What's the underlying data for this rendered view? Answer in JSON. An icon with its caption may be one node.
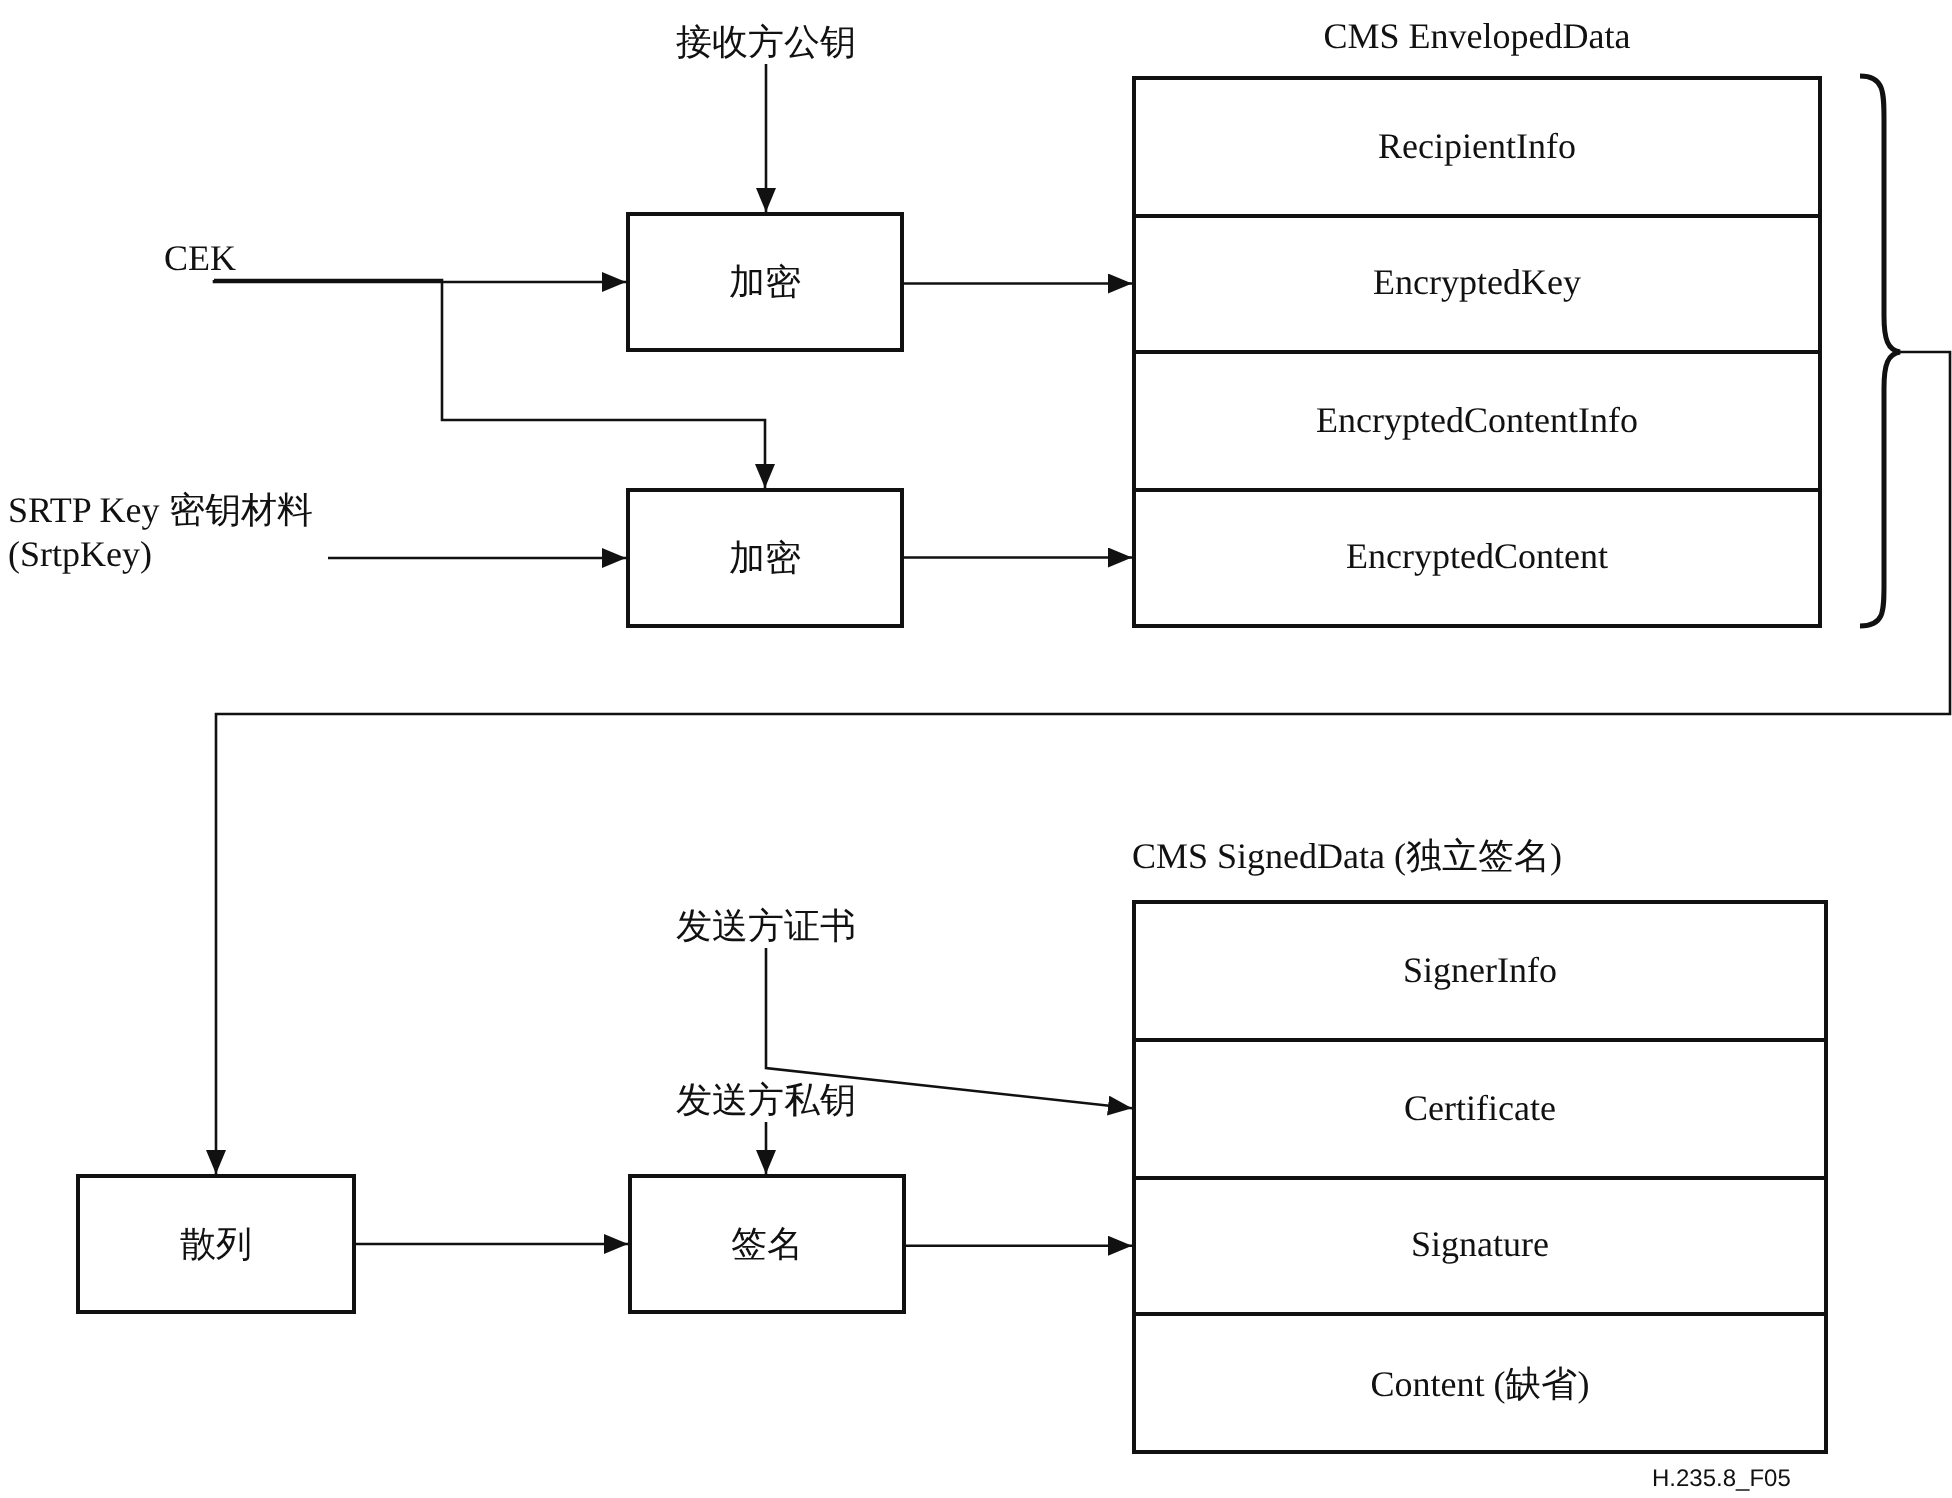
{
  "diagram": {
    "nodes": [
      {
        "text": [
          "接收方公钥"
        ]
      },
      {
        "text": [
          "CEK"
        ]
      },
      {
        "text": [
          "加密"
        ]
      },
      {
        "text": [
          "SRTP Key 密钥材料 (SrtpKey)"
        ]
      },
      {
        "text": [
          "加密"
        ]
      },
      {
        "text": [
          "CMS EnvelopedData"
        ]
      },
      {
        "text": [
          "RecipientInfo"
        ],
        "in": 5
      },
      {
        "text": [
          "EncryptedKey"
        ],
        "in": 5
      },
      {
        "text": [
          "EncryptedContentInfo"
        ],
        "in": 5
      },
      {
        "text": [
          "EncryptedContent"
        ],
        "in": 5
      },
      {
        "text": [
          "散列"
        ]
      },
      {
        "text": [
          "发送方证书"
        ]
      },
      {
        "text": [
          "发送方私钥"
        ]
      },
      {
        "text": [
          "签名"
        ]
      },
      {
        "text": [
          "CMS SignedData (独立签名)"
        ]
      },
      {
        "text": [
          "SignerInfo"
        ],
        "in": 14
      },
      {
        "text": [
          "Certificate"
        ],
        "in": 14
      },
      {
        "text": [
          "Signature"
        ],
        "in": 14
      },
      {
        "text": [
          "Content (缺省)"
        ],
        "in": 14
      }
    ],
    "edges": [
      {
        "from": 0,
        "to": 2,
        "arrow": "to"
      },
      {
        "from": 1,
        "to": 2,
        "arrow": "to"
      },
      {
        "from": 1,
        "to": 4,
        "arrow": "to"
      },
      {
        "from": 3,
        "to": 4,
        "arrow": "to"
      },
      {
        "from": 2,
        "to": 7,
        "arrow": "to"
      },
      {
        "from": 4,
        "to": 9,
        "arrow": "to"
      },
      {
        "from": 5,
        "to": 10,
        "arrow": "to"
      },
      {
        "from": 11,
        "to": 16,
        "arrow": "to"
      },
      {
        "from": 12,
        "to": 13,
        "arrow": "to"
      },
      {
        "from": 10,
        "to": 13,
        "arrow": "to"
      },
      {
        "from": 13,
        "to": 17,
        "arrow": "to"
      }
    ],
    "labels": [
      "H.235.8_F05"
    ]
  }
}
